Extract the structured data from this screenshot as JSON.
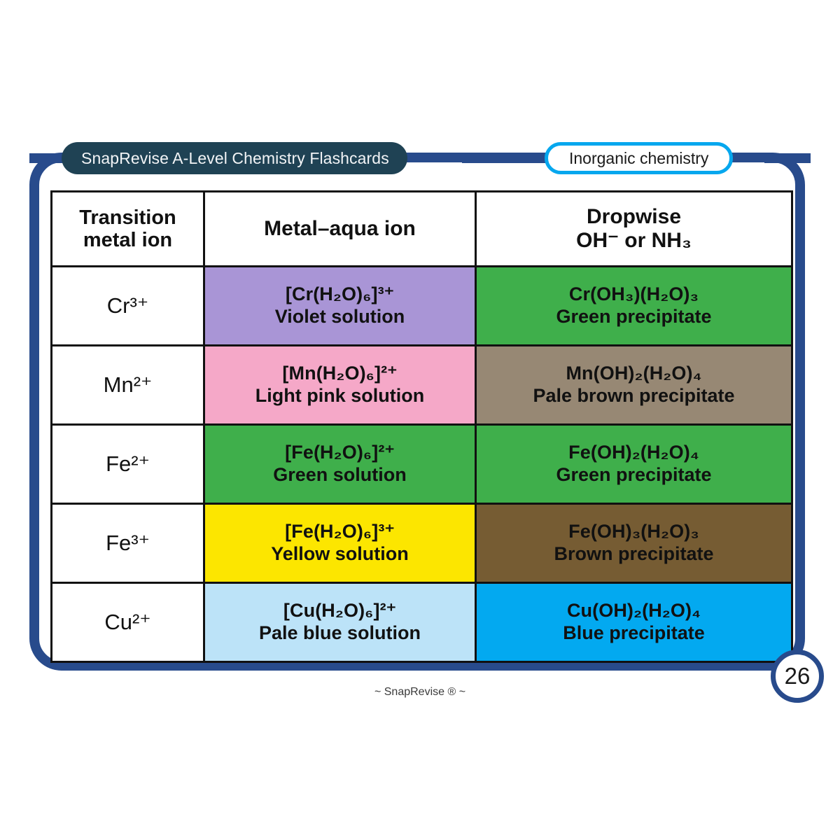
{
  "header": {
    "title": "SnapRevise A-Level Chemistry Flashcards",
    "topic": "Inorganic chemistry"
  },
  "footer": {
    "text": "~ SnapRevise ® ~",
    "page_number": "26"
  },
  "table": {
    "columns": [
      {
        "label_line1": "Transition",
        "label_line2": "metal ion"
      },
      {
        "label_line1": "Metal–aqua ion",
        "label_line2": ""
      },
      {
        "label_line1": "Dropwise",
        "label_line2": "OH⁻ or NH₃"
      }
    ],
    "rows": [
      {
        "ion": "Cr³⁺",
        "aqua_formula": "[Cr(H₂O)₆]³⁺",
        "aqua_desc": "Violet solution",
        "aqua_color": "#A995D6",
        "product_formula": "Cr(OH₃)(H₂O)₃",
        "product_desc": "Green precipitate",
        "product_color": "#3FAF4B"
      },
      {
        "ion": "Mn²⁺",
        "aqua_formula": "[Mn(H₂O)₆]²⁺",
        "aqua_desc": "Light pink solution",
        "aqua_color": "#F5A8C8",
        "product_formula": "Mn(OH)₂(H₂O)₄",
        "product_desc": "Pale brown precipitate",
        "product_color": "#978874"
      },
      {
        "ion": "Fe²⁺",
        "aqua_formula": "[Fe(H₂O)₆]²⁺",
        "aqua_desc": "Green solution",
        "aqua_color": "#3FAF4B",
        "product_formula": "Fe(OH)₂(H₂O)₄",
        "product_desc": "Green precipitate",
        "product_color": "#3FAF4B"
      },
      {
        "ion": "Fe³⁺",
        "aqua_formula": "[Fe(H₂O)₆]³⁺",
        "aqua_desc": "Yellow solution",
        "aqua_color": "#FCE600",
        "product_formula": "Fe(OH)₃(H₂O)₃",
        "product_desc": "Brown precipitate",
        "product_color": "#765C33"
      },
      {
        "ion": "Cu²⁺",
        "aqua_formula": "[Cu(H₂O)₆]²⁺",
        "aqua_desc": "Pale blue solution",
        "aqua_color": "#BCE3F8",
        "product_formula": "Cu(OH)₂(H₂O)₄",
        "product_desc": "Blue precipitate",
        "product_color": "#03A9F0"
      }
    ]
  },
  "theme": {
    "frame_navy": "#284B8C",
    "title_pill_bg": "#1F4254",
    "topic_pill_border": "#06A7EE",
    "watermark_grey": "#E9E9E9",
    "cell_border": "#111111"
  }
}
